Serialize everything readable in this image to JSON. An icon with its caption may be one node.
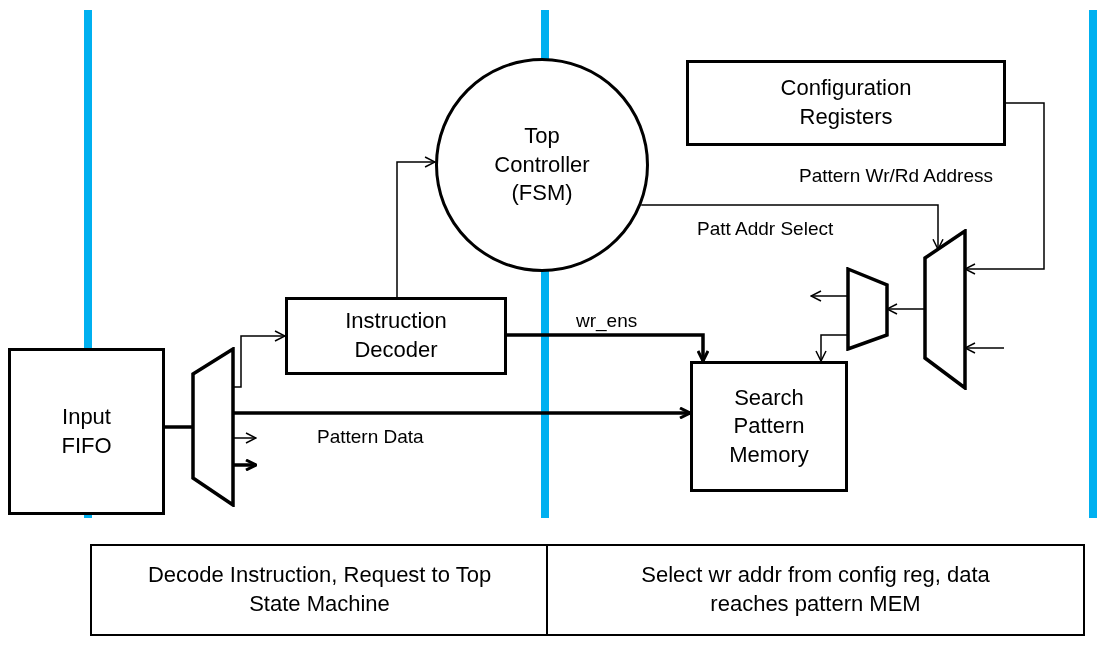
{
  "diagram": {
    "nodes": [
      {
        "text": [
          "Configuration Registers"
        ]
      },
      {
        "text": [
          "Top Controller (FSM)"
        ]
      },
      {
        "text": [
          "Instruction Decoder"
        ]
      },
      {
        "text": [
          "Input FIFO"
        ]
      },
      {
        "text": [],
        "shape": "trapezoid"
      },
      {
        "text": [],
        "shape": "trapezoid"
      },
      {
        "text": [],
        "shape": "trapezoid"
      },
      {
        "text": [
          "Search Pattern Memory"
        ]
      },
      {
        "text": [
          "Decode Instruction, Request to Top State Machine"
        ]
      },
      {
        "text": [
          "Select wr addr from config reg, data reaches pattern MEM"
        ]
      }
    ],
    "edges": [
      {
        "from": 3,
        "to": 4,
        "arrow": "none",
        "style": "thick"
      },
      {
        "from": 4,
        "to": 2,
        "arrow": "to"
      },
      {
        "from": 4,
        "to": 7,
        "arrow": "to",
        "style": "thick",
        "label": "Pattern Data"
      },
      {
        "from": 4,
        "to": null,
        "arrow": "to"
      },
      {
        "from": 4,
        "to": null,
        "arrow": "to",
        "style": "thick"
      },
      {
        "from": 2,
        "to": 1,
        "arrow": "to"
      },
      {
        "from": 2,
        "to": 7,
        "arrow": "to",
        "style": "thick",
        "label": "wr_ens"
      },
      {
        "from": 1,
        "to": 6,
        "arrow": "to",
        "label": "Patt Addr Select"
      },
      {
        "from": 0,
        "to": 6,
        "arrow": "to",
        "label": "Pattern Wr/Rd Address"
      },
      {
        "from": null,
        "to": 6,
        "arrow": "to"
      },
      {
        "from": 6,
        "to": 5,
        "arrow": "to"
      },
      {
        "from": 5,
        "to": null,
        "arrow": "to"
      },
      {
        "from": 5,
        "to": 7,
        "arrow": "to"
      }
    ]
  }
}
